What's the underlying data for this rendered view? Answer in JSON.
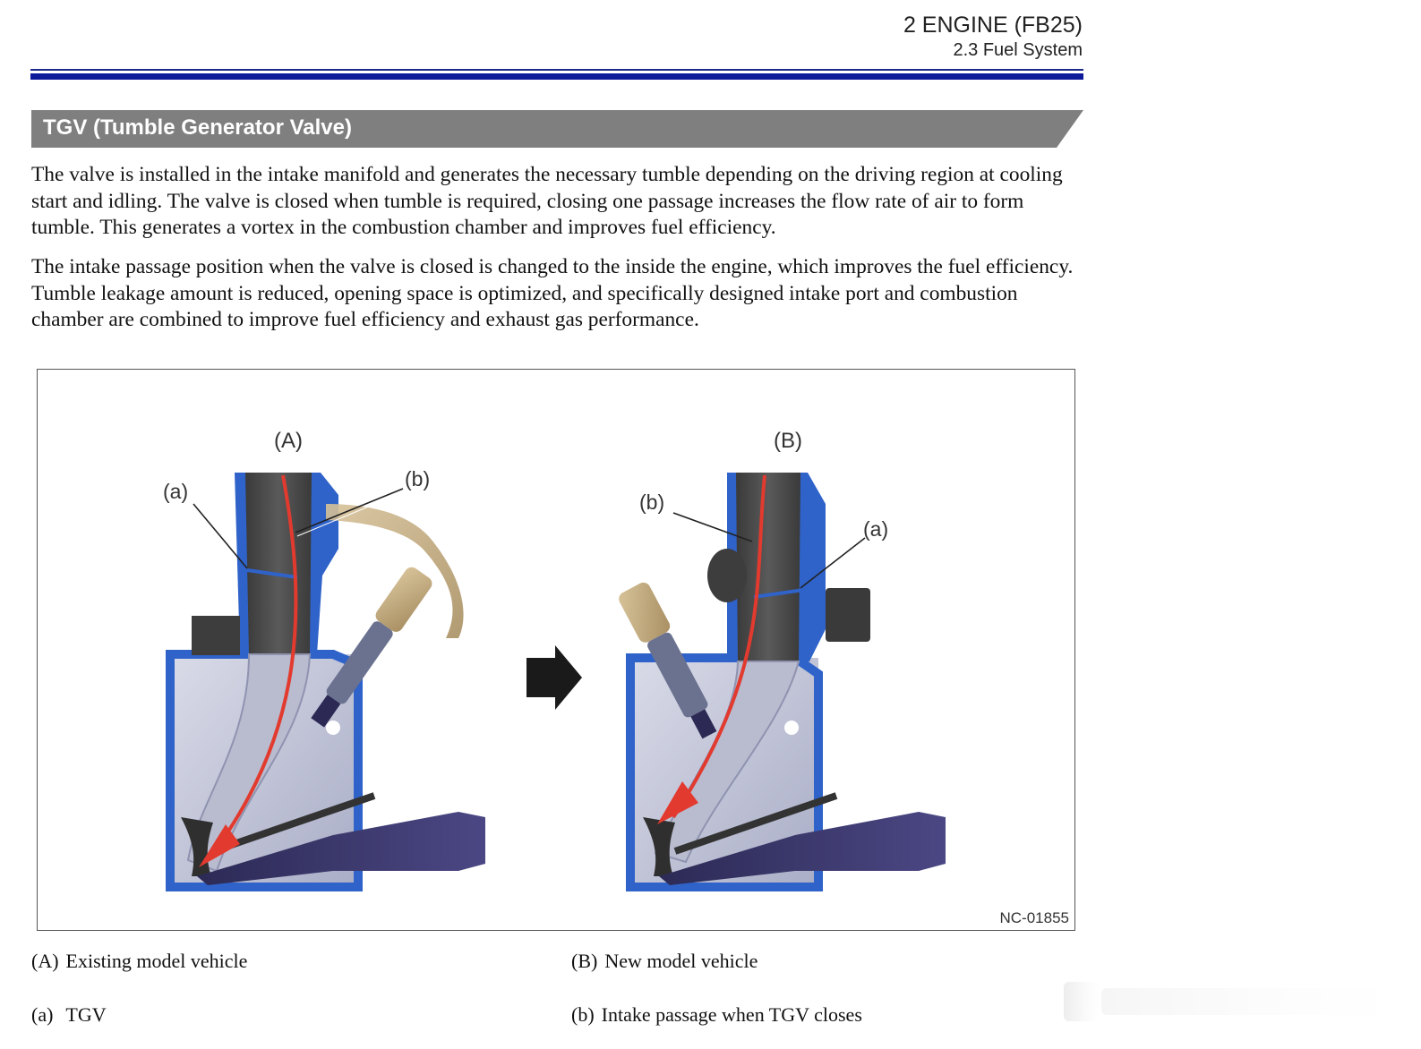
{
  "header": {
    "chapter": "2 ENGINE (FB25)",
    "section": "2.3 Fuel System"
  },
  "banner": {
    "title": "TGV (Tumble Generator Valve)"
  },
  "body": {
    "paragraphs": [
      "The valve is installed in the intake manifold and generates the necessary tumble depending on the driving region at cooling start and idling. The valve is closed when tumble is required, closing one passage increases the flow rate of air to form tumble. This generates a vortex in the combustion chamber and improves fuel efficiency.",
      "The intake passage position when the valve is closed is changed to the inside the engine, which improves the fuel efficiency. Tumble leakage amount is reduced, opening space is optimized, and specifically designed intake port and combustion chamber are combined to improve fuel efficiency and exhaust gas performance."
    ]
  },
  "figure": {
    "panels": [
      {
        "label": "(A)",
        "callouts": [
          "(a)",
          "(b)"
        ]
      },
      {
        "label": "(B)",
        "callouts": [
          "(b)",
          "(a)"
        ]
      }
    ],
    "code": "NC-01855"
  },
  "legend": [
    {
      "key": "(A)",
      "text": "Existing model vehicle"
    },
    {
      "key": "(B)",
      "text": "New model vehicle"
    },
    {
      "key": "(a)",
      "text": "TGV"
    },
    {
      "key": "(b)",
      "text": "Intake passage when TGV closes"
    }
  ],
  "colors": {
    "rule": "#0d1a9a",
    "banner": "#7f7f7f",
    "engine_blue": "#2f63c9",
    "port_gray": "#4a4a4a",
    "flow_arrow": "#e23a2e"
  }
}
